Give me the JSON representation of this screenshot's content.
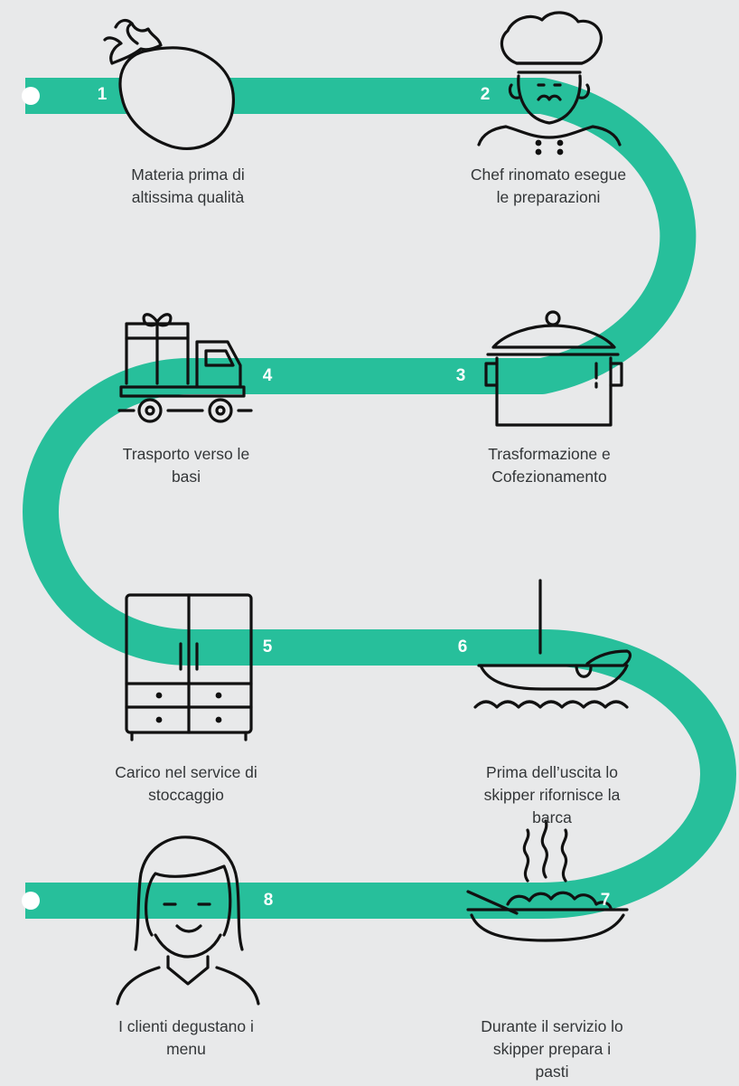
{
  "colors": {
    "background": "#e8e9ea",
    "path": "#27bf9b",
    "icon_stroke": "#111111",
    "text": "#333638",
    "number": "#ffffff"
  },
  "steps": [
    {
      "number": "1",
      "icon": "eggplant-icon",
      "lines": [
        "Materia prima di",
        "altissima qualità"
      ]
    },
    {
      "number": "2",
      "icon": "chef-icon",
      "lines": [
        "Chef rinomato esegue",
        "le preparazioni"
      ]
    },
    {
      "number": "3",
      "icon": "cooking-pot-icon",
      "lines": [
        "Trasformazione e",
        "Cofezionamento"
      ]
    },
    {
      "number": "4",
      "icon": "delivery-truck-icon",
      "lines": [
        "Trasporto verso le",
        "basi"
      ]
    },
    {
      "number": "5",
      "icon": "storage-cabinet-icon",
      "lines": [
        "Carico nel service di",
        "stoccaggio"
      ]
    },
    {
      "number": "6",
      "icon": "sailboat-icon",
      "lines": [
        "Prima dell’uscita lo",
        "skipper rifornisce la",
        "barca"
      ]
    },
    {
      "number": "7",
      "icon": "hot-dish-icon",
      "lines": [
        "Durante il servizio lo",
        "skipper prepara i",
        "pasti"
      ]
    },
    {
      "number": "8",
      "icon": "customer-woman-icon",
      "lines": [
        "I clienti degustano i",
        "menu"
      ]
    }
  ]
}
